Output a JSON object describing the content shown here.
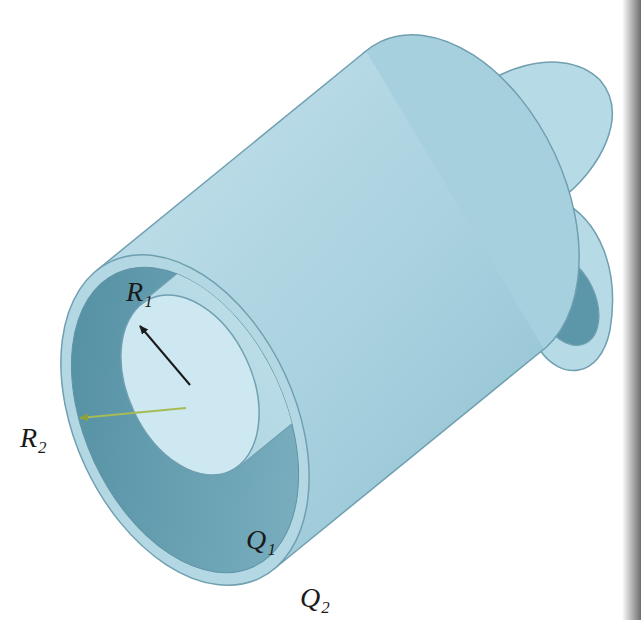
{
  "diagram": {
    "labels": [
      "R₁",
      "R₂",
      "Q₁",
      "Q₂"
    ]
  }
}
